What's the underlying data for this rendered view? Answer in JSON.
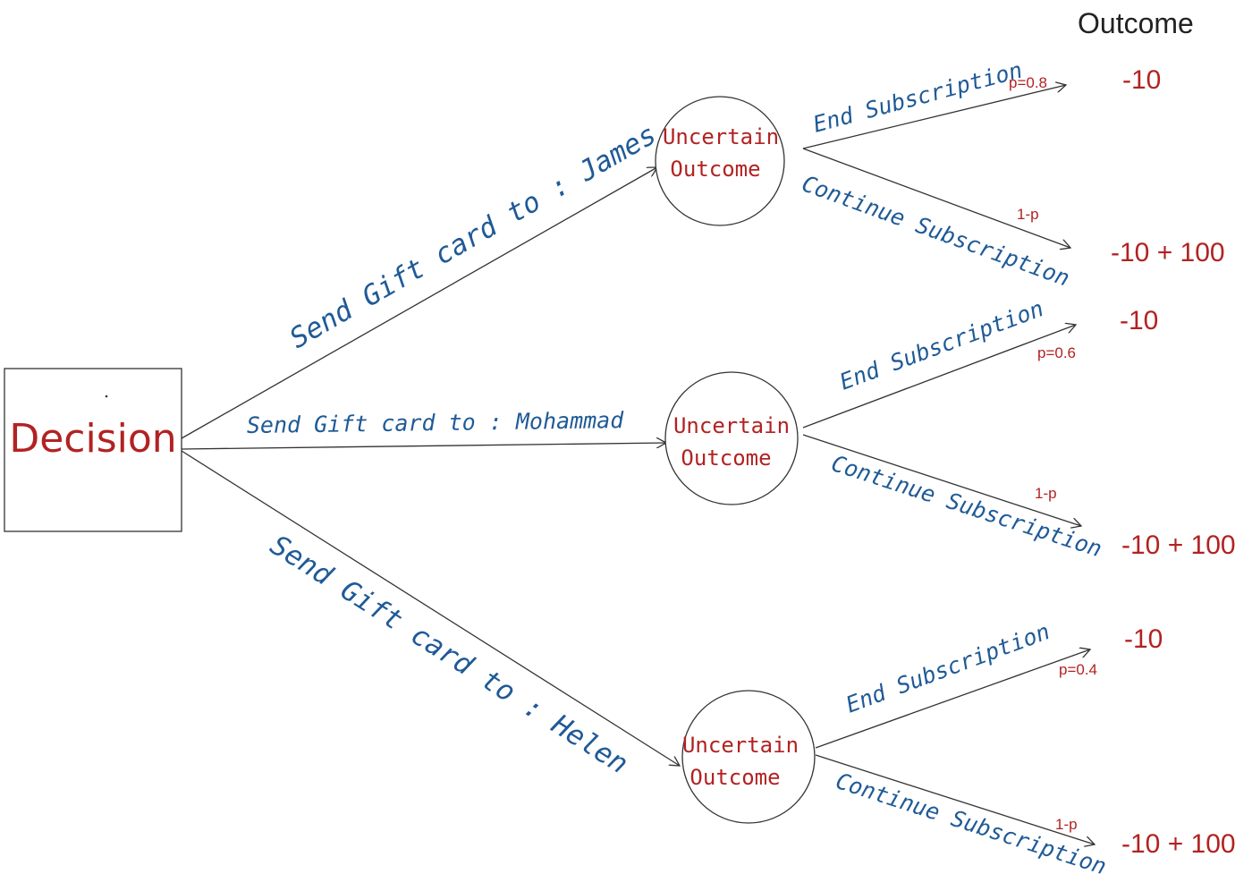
{
  "heading": "Outcome",
  "decision": {
    "label": "Decision"
  },
  "chance_nodes": [
    {
      "line1": "Uncertain",
      "line2": "Outcome"
    },
    {
      "line1": "Uncertain",
      "line2": "Outcome"
    },
    {
      "line1": "Uncertain",
      "line2": "Outcome"
    }
  ],
  "decision_branches": [
    "Send Gift card to : James",
    "Send Gift card to : Mohammad",
    "Send Gift card to : Helen"
  ],
  "outcome_branches": [
    {
      "end_label": "End Subscription",
      "continue_label": "Continue Subscription",
      "end_prob": "p=0.8",
      "continue_prob": "1-p",
      "end_value": "-10",
      "continue_value": "-10 + 100"
    },
    {
      "end_label": "End Subscription",
      "continue_label": "Continue Subscription",
      "end_prob": "p=0.6",
      "continue_prob": "1-p",
      "end_value": "-10",
      "continue_value": "-10 + 100"
    },
    {
      "end_label": "End Subscription",
      "continue_label": "Continue Subscription",
      "end_prob": "p=0.4",
      "continue_prob": "1-p",
      "end_value": "-10",
      "continue_value": "-10 + 100"
    }
  ]
}
